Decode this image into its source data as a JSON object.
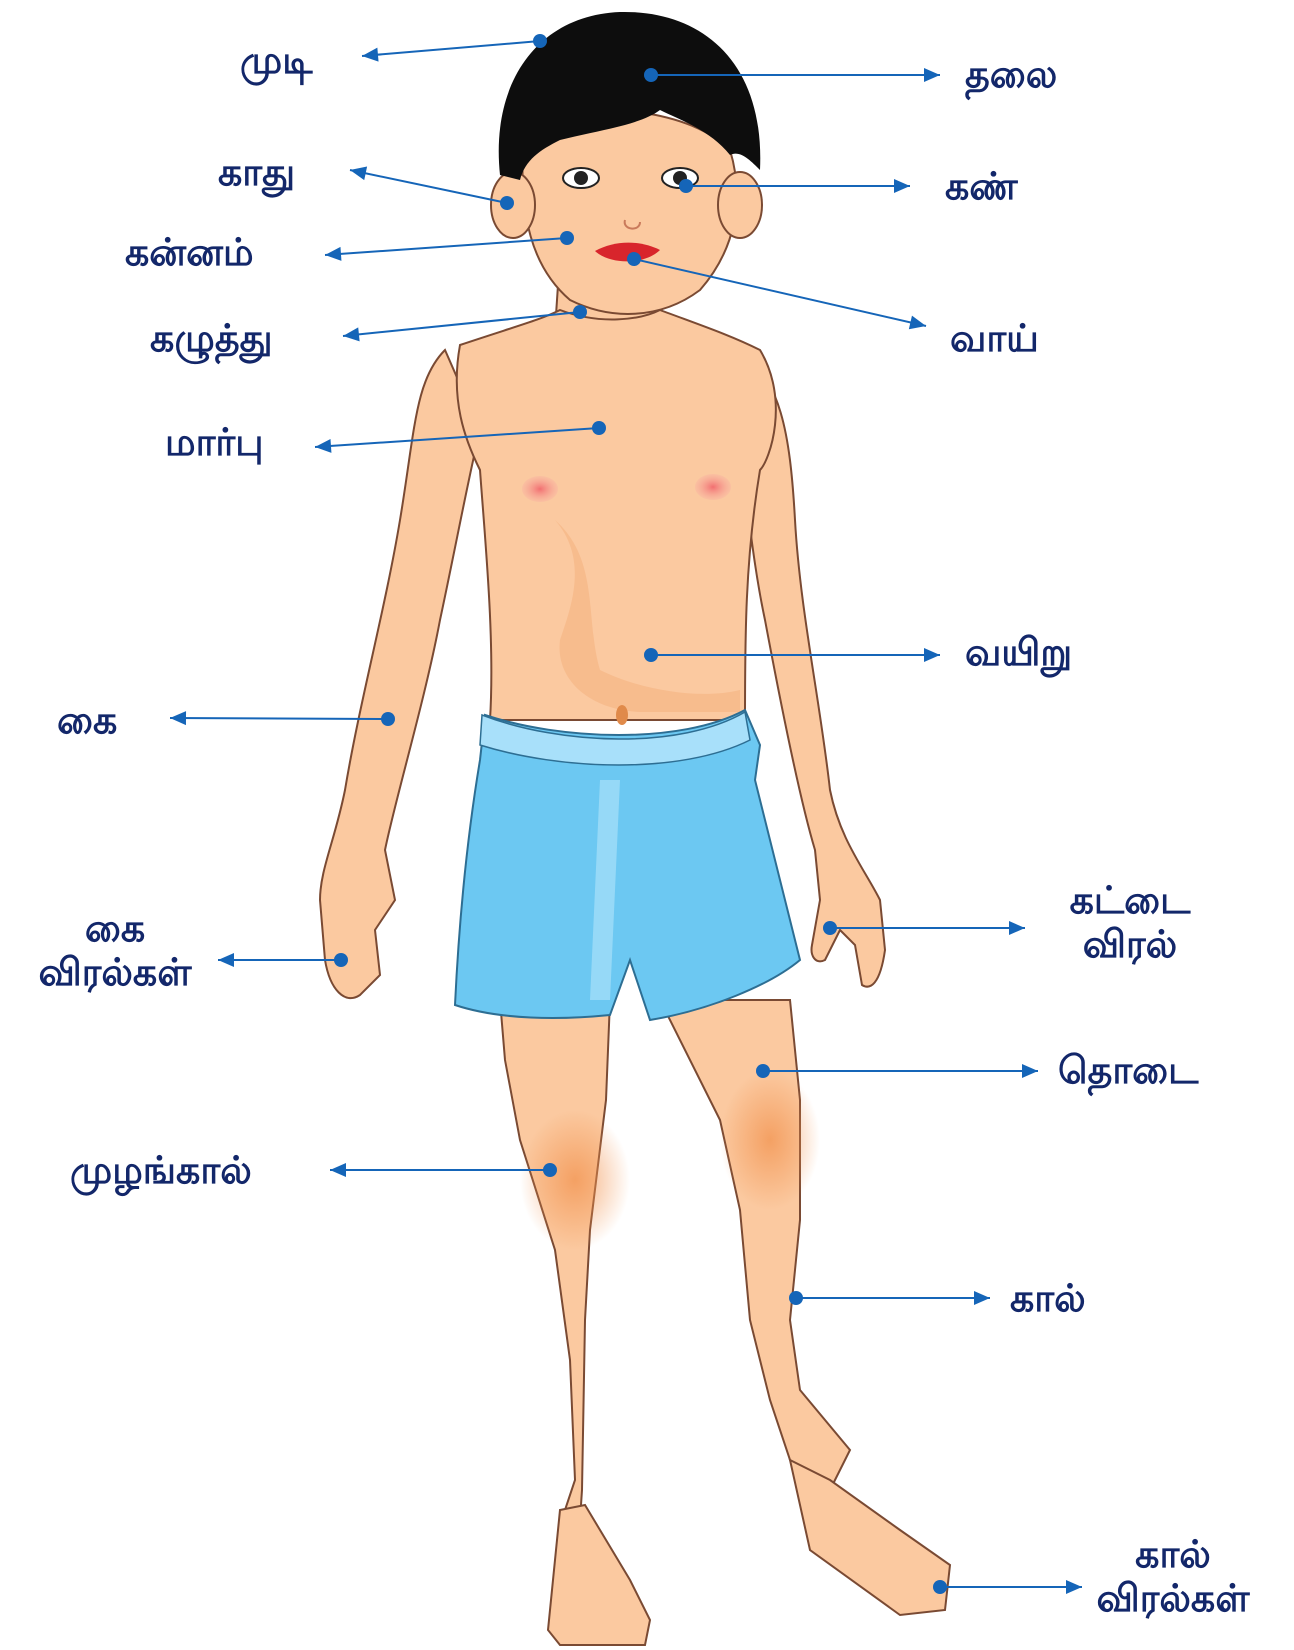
{
  "colors": {
    "label_text": "#13276a",
    "leader_line": "#1565b8",
    "skin": "#fbc9a0",
    "skin_shadow": "#f4b07e",
    "outline": "#7a4a33",
    "hair": "#0d0d0d",
    "shorts": "#6cc8f2",
    "shorts_light": "#a8e0fa",
    "lips": "#d8252c",
    "blush": "#f3938a"
  },
  "labels": {
    "hair": "முடி",
    "head": "தலை",
    "ear": "காது",
    "eye": "கண்",
    "cheek": "கன்னம்",
    "mouth": "வாய்",
    "neck": "கழுத்து",
    "chest": "மார்பு",
    "stomach": "வயிறு",
    "hand": "கை",
    "thumb": [
      "கட்டை",
      "விரல்"
    ],
    "fingers": [
      "கை",
      "விரல்கள்"
    ],
    "thigh": "தொடை",
    "knee": "முழங்கால்",
    "leg": "கால்",
    "toes": [
      "கால்",
      "விரல்கள்"
    ]
  }
}
